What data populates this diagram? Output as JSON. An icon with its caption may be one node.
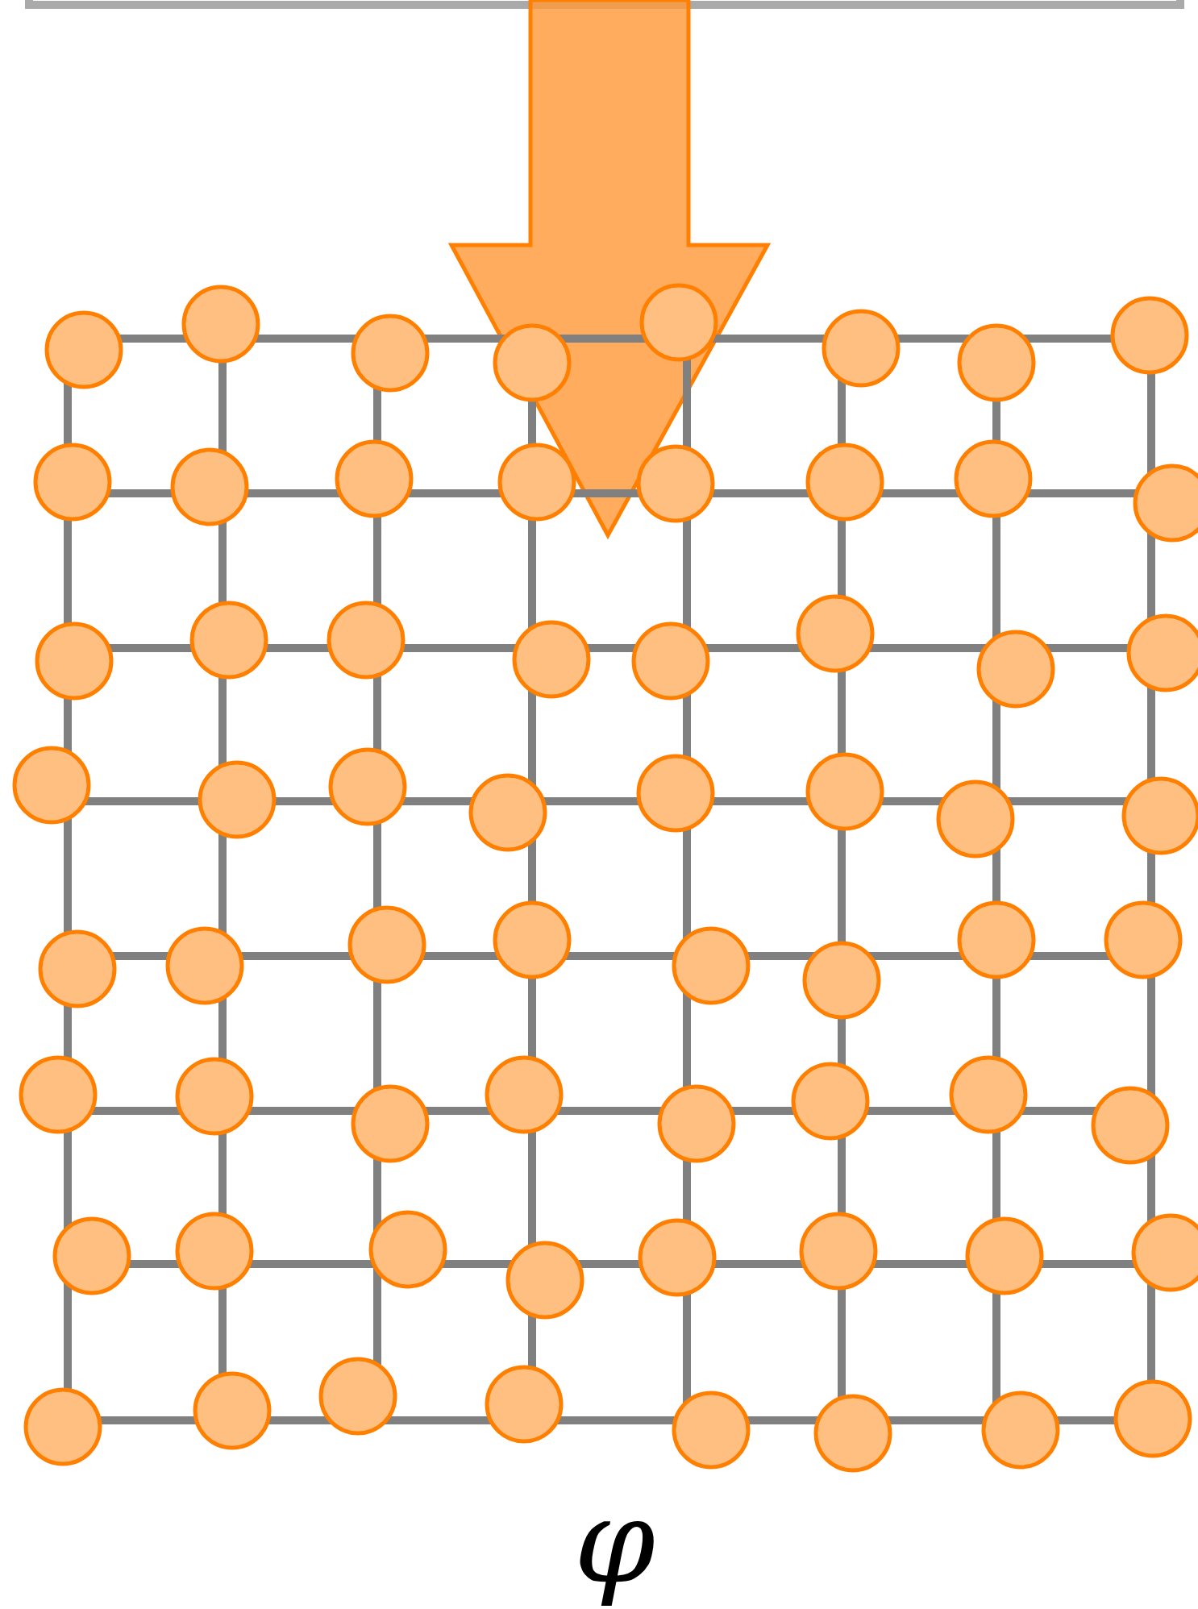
{
  "diagram": {
    "nodes": [
      {
        "text": [],
        "shape": "box"
      },
      {
        "text": [],
        "shape": "picture"
      }
    ],
    "edges": [
      {
        "from": 0,
        "to": 1,
        "arrow": "to"
      }
    ],
    "labels": [
      "φ"
    ]
  }
}
